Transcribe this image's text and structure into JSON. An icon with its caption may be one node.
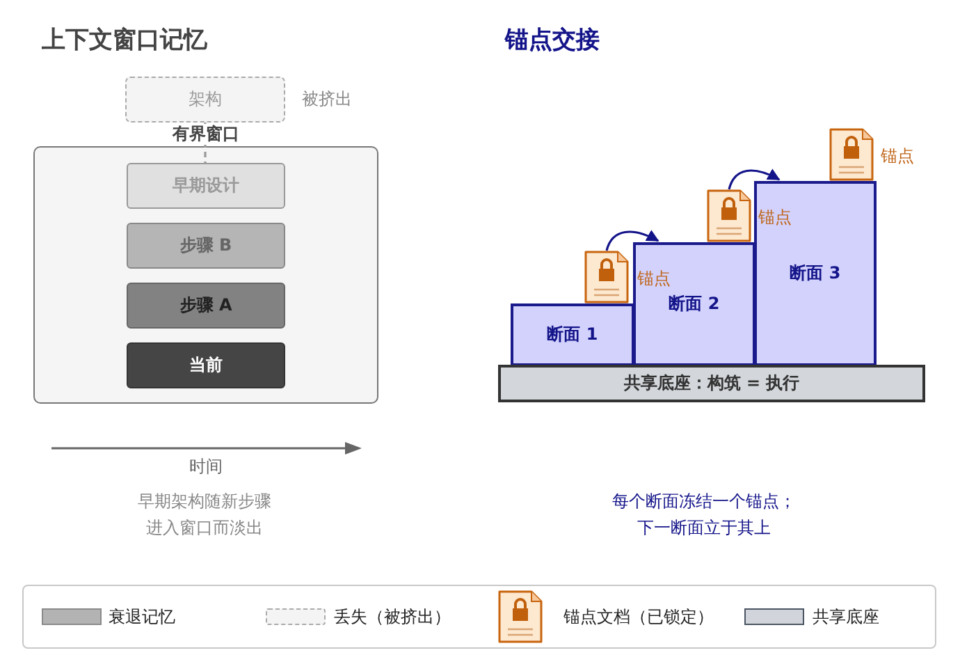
{
  "diagram": {
    "nodes": [
      {
        "text": [
          "架构"
        ],
        "beside": [
          "被挤出"
        ]
      },
      {
        "text": [
          "有界窗口"
        ]
      },
      {
        "text": [
          "早期设计"
        ],
        "in": 1
      },
      {
        "text": [
          "步骤 B"
        ],
        "in": 1
      },
      {
        "text": [
          "步骤 A"
        ],
        "in": 1
      },
      {
        "text": [
          "当前"
        ],
        "in": 1
      },
      {
        "text": [
          "断面 1"
        ]
      },
      {
        "text": [],
        "shape": "picture",
        "beside": [
          "锚点"
        ]
      },
      {
        "text": [
          "断面 2"
        ]
      },
      {
        "text": [],
        "shape": "picture",
        "beside": [
          "锚点"
        ]
      },
      {
        "text": [
          "断面 3"
        ]
      },
      {
        "text": [],
        "shape": "picture",
        "beside": [
          "锚点"
        ]
      },
      {
        "text": [
          "共享底座：构筑 = 执行"
        ]
      }
    ],
    "edges": [
      {
        "from": 0,
        "to": 2,
        "arrow": "none",
        "style": "dashed",
        "color": "#999999"
      },
      {
        "from": 7,
        "to": 8,
        "arrow": "to"
      },
      {
        "from": 9,
        "to": 10,
        "arrow": "to"
      }
    ],
    "labels": [
      "上下文窗口记忆",
      "锚点交接",
      "时间",
      "早期架构随新步骤进入窗口而淡出",
      "每个断面冻结一个锚点；下一断面立于其上"
    ],
    "legend": [
      {
        "text": "衰退记忆",
        "color": "#b3b3b3"
      },
      {
        "text": "丢失（被挤出）"
      },
      {
        "text": "锚点文档（已锁定）"
      },
      {
        "text": "共享底座",
        "color": "#d1d5db"
      }
    ]
  }
}
